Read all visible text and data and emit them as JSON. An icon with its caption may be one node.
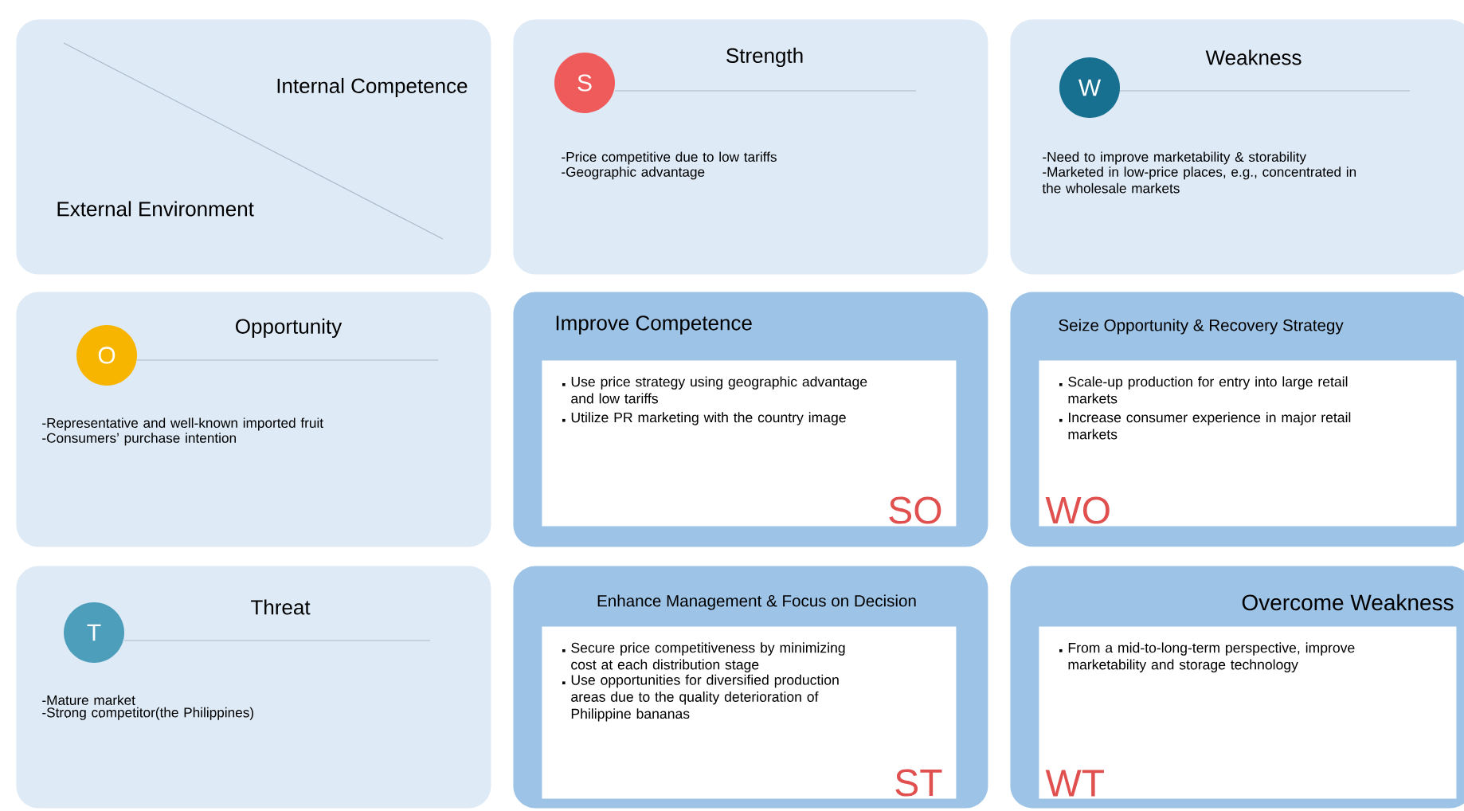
{
  "diagram": {
    "nodes": [
      {
        "text": [
          "Internal Competence",
          "External Environment"
        ]
      },
      {
        "text": [
          "Strength",
          "-Price competitive due to low tariffs",
          "-Geographic advantage"
        ]
      },
      {
        "text": [
          "S"
        ],
        "in": 1
      },
      {
        "text": [
          "Weakness",
          "-Need to improve marketability & storability",
          "-Marketed in low-price places, e.g., concentrated in the wholesale markets"
        ]
      },
      {
        "text": [
          "W"
        ],
        "in": 3
      },
      {
        "text": [
          "Opportunity",
          "-Representative and well-known imported fruit",
          "-Consumers’ purchase intention"
        ]
      },
      {
        "text": [
          "O"
        ],
        "in": 5
      },
      {
        "text": [
          "Improve Competence"
        ]
      },
      {
        "text": [
          "Use price strategy using geographic advantage and low tariffs",
          "Utilize PR marketing with the country image",
          "SO"
        ],
        "in": 7
      },
      {
        "text": [
          "Seize Opportunity & Recovery Strategy"
        ]
      },
      {
        "text": [
          "Scale-up production for entry into large retail markets",
          "Increase consumer experience in major retail markets",
          "WO"
        ],
        "in": 9
      },
      {
        "text": [
          "Threat",
          "-Mature market",
          "-Strong competitor(the Philippines)"
        ]
      },
      {
        "text": [
          "T"
        ],
        "in": 11
      },
      {
        "text": [
          "Enhance Management & Focus on Decision"
        ]
      },
      {
        "text": [
          "Secure price competitiveness by minimizing cost at each distribution stage",
          "Use opportunities for diversified production areas due to the quality deterioration of Philippine bananas",
          "ST"
        ],
        "in": 13
      },
      {
        "text": [
          "Overcome Weakness"
        ]
      },
      {
        "text": [
          "From a mid-to-long-term perspective, improve marketability and storage technology",
          "WT"
        ],
        "in": 15
      }
    ]
  }
}
